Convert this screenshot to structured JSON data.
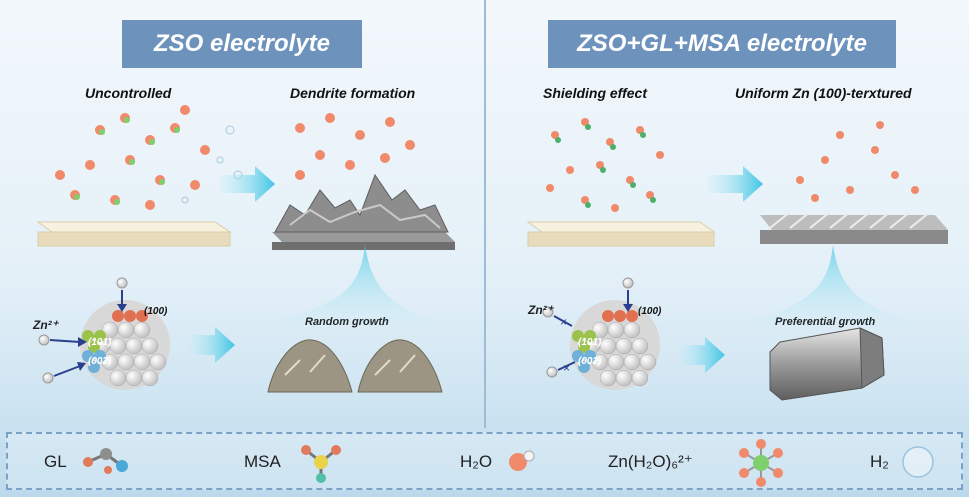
{
  "left": {
    "title": "ZSO electrolyte",
    "stage1": "Uncontrolled",
    "stage2": "Dendrite formation",
    "growth": "Random growth",
    "ion": "Zn²⁺",
    "facet_100": "(100)",
    "facet_101": "(101)",
    "facet_002": "(002)"
  },
  "right": {
    "title": "ZSO+GL+MSA electrolyte",
    "stage1": "Shielding effect",
    "stage2": "Uniform Zn (100)-terxtured",
    "growth": "Preferential growth",
    "ion": "Zn²⁺",
    "facet_100": "(100)",
    "facet_101": "(101)",
    "facet_002": "(002)"
  },
  "legend": {
    "gl": "GL",
    "msa": "MSA",
    "h2o": "H₂O",
    "complex": "Zn(H₂O)₆²⁺",
    "h2": "H₂"
  },
  "colors": {
    "title_bg": "#6d93bd",
    "arrow": "#5fcfe6",
    "substrate": "#efe6cf",
    "zn_ion": "#7fcf6f",
    "water_o": "#f08a6a"
  }
}
